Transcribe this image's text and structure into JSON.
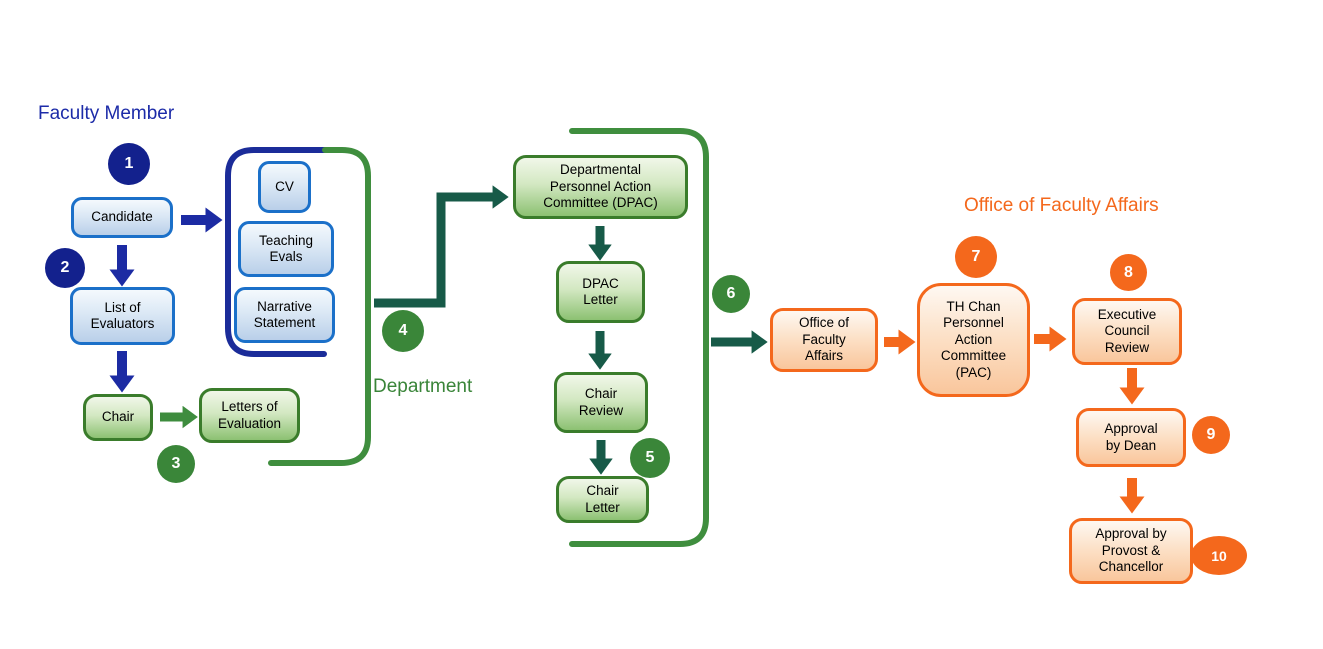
{
  "labels": {
    "faculty_member": "Faculty Member",
    "department": "Department",
    "office_of_faculty_affairs": "Office of Faculty Affairs"
  },
  "badges": [
    "1",
    "2",
    "3",
    "4",
    "5",
    "6",
    "7",
    "8",
    "9",
    "10"
  ],
  "nodes": {
    "candidate": "Candidate",
    "list_of_evaluators": "List of Evaluators",
    "cv": "CV",
    "teaching_evals": "Teaching Evals",
    "narrative_statement": "Narrative Statement",
    "chair": "Chair",
    "letters_of_evaluation": "Letters of Evaluation",
    "dpac": "Departmental Personnel Action Committee (DPAC)",
    "dpac_letter": "DPAC Letter",
    "chair_review": "Chair Review",
    "chair_letter": "Chair Letter",
    "office_of_faculty_affairs": "Office of Faculty Affairs",
    "pac": "TH Chan Personnel Action Committee (PAC)",
    "executive_council_review": "Executive Council Review",
    "approval_by_dean": "Approval by Dean",
    "approval_by_provost_chancellor": "Approval by Provost & Chancellor"
  },
  "colors": {
    "navy_badge": "#13218d",
    "navy_arrow": "#1c2ba3",
    "blue_bracket": "#1b2c99",
    "blue_box_border": "#1b70c9",
    "green_badge": "#3a8639",
    "green_bracket": "#3f8e3e",
    "green_box_border": "#3a7c2b",
    "dark_teal_arrow": "#175a48",
    "orange": "#f4681c"
  }
}
